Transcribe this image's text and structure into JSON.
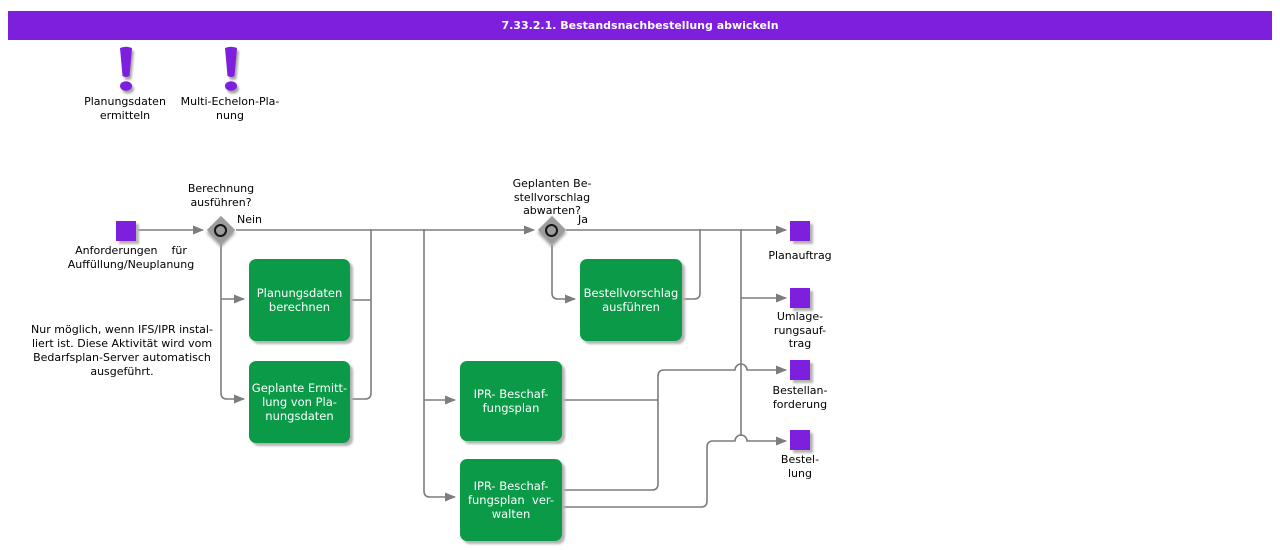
{
  "title": "7.33.2.1. Bestandsnachbestellung abwickeln",
  "colors": {
    "purple": "#7E1FDD",
    "green": "#0B9B48",
    "line": "#7d7d7d",
    "diamond": "#9c9c9c"
  },
  "legend": {
    "items": [
      {
        "label": "Planungsdaten\nermitteln"
      },
      {
        "label": "Multi-Echelon-Pla-\nnung"
      }
    ]
  },
  "flow": {
    "start_label": "Anforderungen    für\nAuffüllung/Neuplanung",
    "decision1": {
      "question": "Berechnung\nausführen?",
      "branch_label": "Nein"
    },
    "decision2": {
      "question": "Geplanten Be-\nstellvorschlag\nabwarten?",
      "branch_label": "Ja"
    },
    "activities": {
      "planungsdaten_berechnen": "Planungsdaten\nberechnen",
      "geplante_ermittlung": "Geplante Ermitt-\nlung von Pla-\nnungsdaten",
      "bestellvorschlag_ausfuehren": "Bestellvorschlag\nausführen",
      "ipr_beschaffungsplan": "IPR- Beschaf-\nfungsplan",
      "ipr_beschaffungsplan_verwalten": "IPR- Beschaf-\nfungsplan  ver-\nwalten"
    },
    "note": "Nur möglich, wenn IFS/IPR instal-\nliert ist. Diese Aktivität wird vom\nBedarfsplan-Server automatisch\nausgeführt.",
    "outputs": {
      "planauftrag": "Planauftrag",
      "umlagerungsauftrag": "Umlage-\nrungsauf-\ntrag",
      "bestellanforderung": "Bestellan-\nforderung",
      "bestellung": "Bestel-\nlung"
    }
  }
}
